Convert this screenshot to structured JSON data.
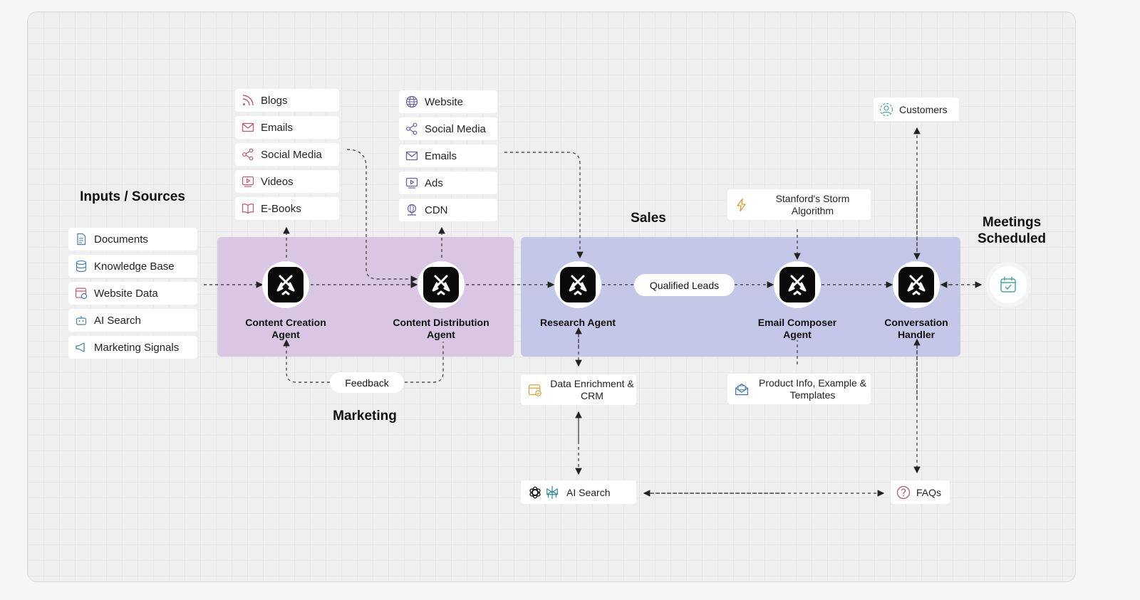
{
  "headings": {
    "inputs": "Inputs / Sources",
    "sales": "Sales",
    "marketing": "Marketing",
    "meetings": "Meetings Scheduled"
  },
  "inputs": [
    {
      "label": "Documents",
      "icon": "document-icon"
    },
    {
      "label": "Knowledge Base",
      "icon": "database-icon"
    },
    {
      "label": "Website Data",
      "icon": "website-data-icon"
    },
    {
      "label": "AI Search",
      "icon": "robot-icon"
    },
    {
      "label": "Marketing Signals",
      "icon": "megaphone-icon"
    }
  ],
  "creation_outputs": [
    {
      "label": "Blogs",
      "icon": "rss-icon"
    },
    {
      "label": "Emails",
      "icon": "mail-icon"
    },
    {
      "label": "Social Media",
      "icon": "share-icon"
    },
    {
      "label": "Videos",
      "icon": "video-icon"
    },
    {
      "label": "E-Books",
      "icon": "book-icon"
    }
  ],
  "distribution_channels": [
    {
      "label": "Website",
      "icon": "globe-icon"
    },
    {
      "label": "Social Media",
      "icon": "share-icon"
    },
    {
      "label": "Emails",
      "icon": "mail-icon"
    },
    {
      "label": "Ads",
      "icon": "video-icon"
    },
    {
      "label": "CDN",
      "icon": "network-icon"
    }
  ],
  "agents": {
    "content_creation": "Content Creation Agent",
    "content_distribution": "Content Distribution Agent",
    "research": "Research Agent",
    "email_composer": "Email Composer Agent",
    "conversation": "Conversation Handler"
  },
  "pills": {
    "qualified_leads": "Qualified Leads",
    "feedback": "Feedback"
  },
  "tools": {
    "customers": "Customers",
    "storm": "Stanford's Storm Algorithm",
    "data_enrichment": "Data Enrichment & CRM",
    "product_info": "Product Info, Example & Templates",
    "ai_search": "AI Search",
    "faqs": "FAQs"
  },
  "colors": {
    "marketing_region": "#d8c6e2",
    "sales_region": "#c4c7e7",
    "icon_pink": "#c2566b",
    "icon_purple": "#6a5aa8",
    "icon_teal": "#4aa8a0",
    "icon_gold": "#d9a030",
    "icon_blue": "#3a6cc0"
  }
}
